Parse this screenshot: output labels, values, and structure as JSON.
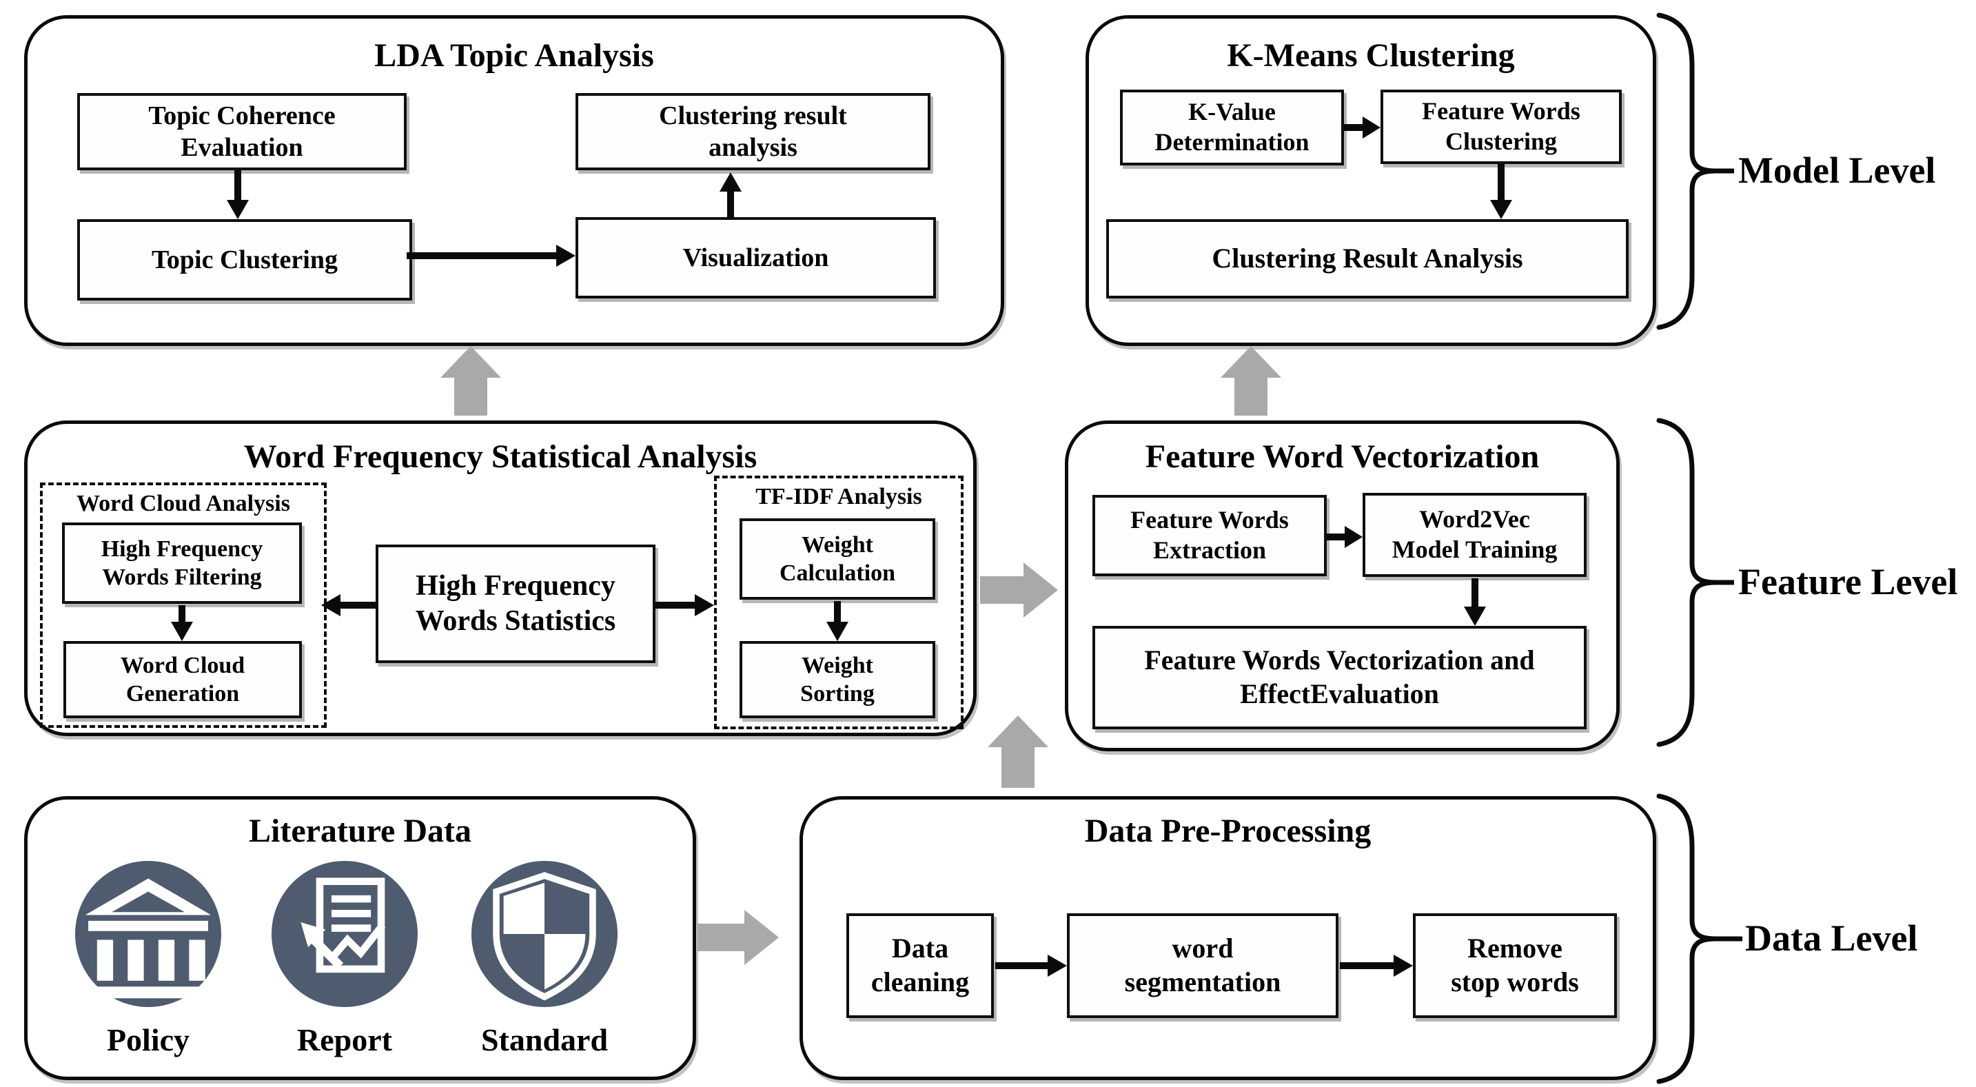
{
  "lda": {
    "title": "LDA Topic Analysis",
    "tce": "Topic Coherence Evaluation",
    "tc": "Topic Clustering",
    "cra": "Clustering result analysis",
    "vis": "Visualization"
  },
  "kmeans": {
    "title": "K-Means Clustering",
    "kvd": "K-Value Determination",
    "fwc": "Feature Words Clustering",
    "cra": "Clustering Result Analysis"
  },
  "wf": {
    "title": "Word Frequency Statistical Analysis",
    "wca_label": "Word Cloud Analysis",
    "hfwf": "High Frequency Words Filtering",
    "wcg": "Word Cloud Generation",
    "hfws": "High Frequency Words Statistics",
    "tfidf_label": "TF-IDF Analysis",
    "wc": "Weight Calculation",
    "wsort": "Weight Sorting"
  },
  "fwv": {
    "title": "Feature Word Vectorization",
    "fwe": "Feature Words Extraction",
    "w2v": "Word2Vec Model Training",
    "fwve": "Feature Words Vectorization and EffectEvaluation"
  },
  "lit": {
    "title": "Literature Data",
    "items": [
      {
        "label": "Policy",
        "icon": "bank-icon"
      },
      {
        "label": "Report",
        "icon": "report-icon"
      },
      {
        "label": "Standard",
        "icon": "shield-icon"
      }
    ]
  },
  "dpp": {
    "title": "Data Pre-Processing",
    "dc": "Data cleaning",
    "wseg": "word segmentation",
    "rsw": "Remove stop words"
  },
  "levels": [
    {
      "label": "Model Level"
    },
    {
      "label": "Feature Level"
    },
    {
      "label": "Data Level"
    }
  ],
  "colors": {
    "icon_circle": "#4f5b6e",
    "gray_arrow": "#a9a9a9",
    "line": "#0a0a0a"
  }
}
